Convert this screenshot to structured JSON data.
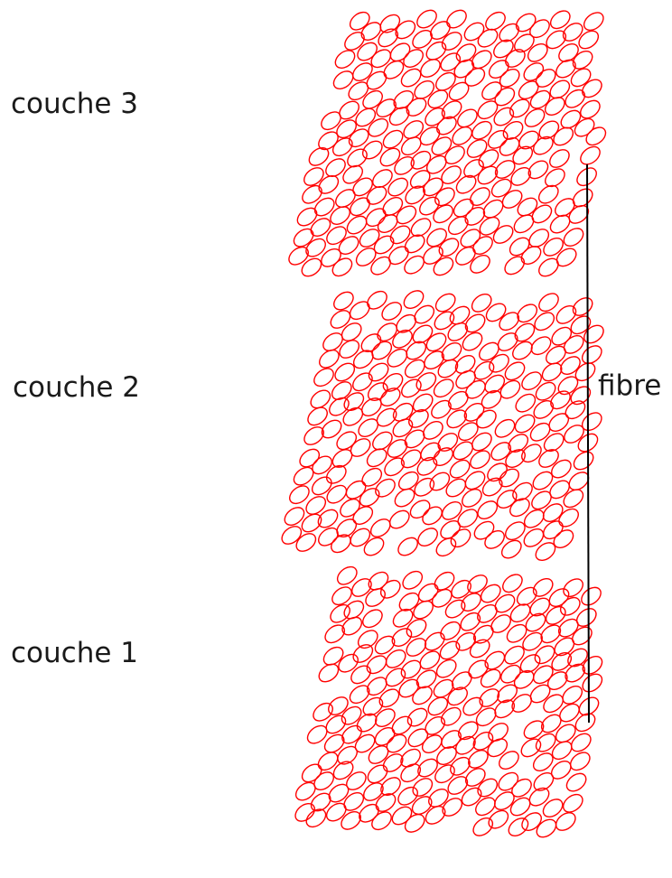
{
  "labels": {
    "layer_3": "couche 3",
    "layer_2": "couche 2",
    "layer_1": "couche 1",
    "fibre": "fibre"
  },
  "colors": {
    "ellipse_stroke": "#ff0000",
    "fibre_line": "#000000",
    "text": "#1a1a1a"
  },
  "layers": [
    {
      "name": "couche 3"
    },
    {
      "name": "couche 2"
    },
    {
      "name": "couche 1"
    }
  ]
}
